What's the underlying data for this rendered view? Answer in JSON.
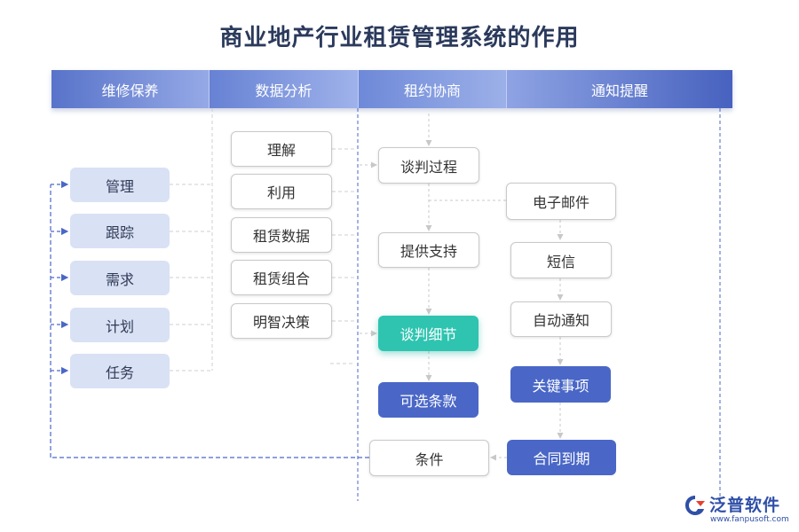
{
  "title": "商业地产行业租赁管理系统的作用",
  "header": [
    "维修保养",
    "数据分析",
    "租约协商",
    "通知提醒"
  ],
  "col_maintenance": [
    "管理",
    "跟踪",
    "需求",
    "计划",
    "任务"
  ],
  "col_analysis": [
    "理解",
    "利用",
    "租赁数据",
    "租赁组合",
    "明智决策"
  ],
  "col_negotiation": [
    "谈判过程",
    "提供支持",
    "谈判细节",
    "可选条款",
    "条件"
  ],
  "col_notification": [
    "电子邮件",
    "短信",
    "自动通知",
    "关键事项",
    "合同到期"
  ],
  "colors": {
    "header_blue": "#4a67c7",
    "light_node": "#d9e1f5",
    "dark_node": "#4a67c7",
    "highlight": "#2ec4b0",
    "title": "#2b3a5c"
  },
  "logo": {
    "name": "泛普软件",
    "url": "www.fanpusoft.com",
    "icon": "fanpu-logo-icon"
  }
}
